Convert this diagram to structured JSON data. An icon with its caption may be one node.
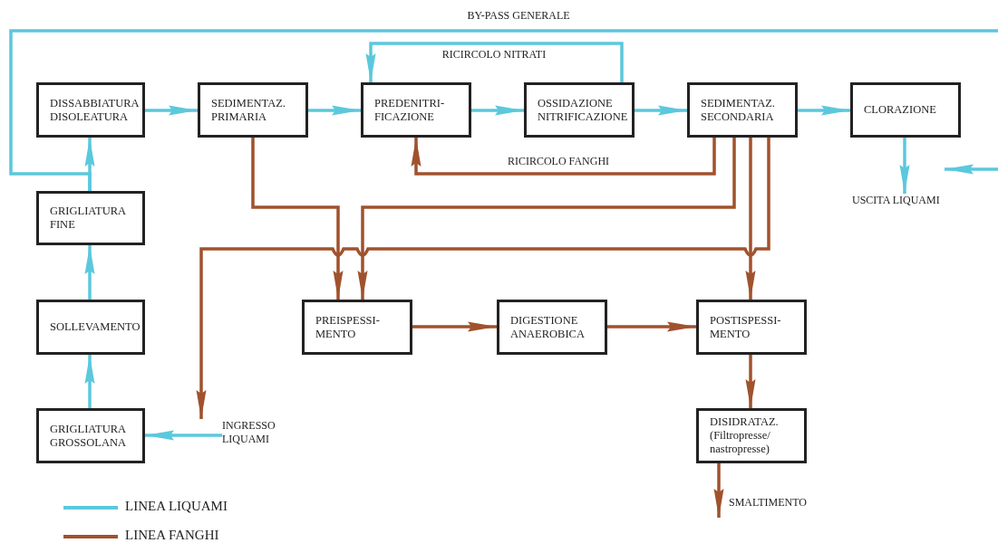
{
  "diagram": {
    "nodes": [
      {
        "text": [
          "DISSABBIATURA DISOLEATURA"
        ]
      },
      {
        "text": [
          "SEDIMENTAZ. PRIMARIA"
        ]
      },
      {
        "text": [
          "PREDENITRI- FICAZIONE"
        ]
      },
      {
        "text": [
          "OSSIDAZIONE NITRIFICAZIONE"
        ]
      },
      {
        "text": [
          "SEDIMENTAZ. SECONDARIA"
        ]
      },
      {
        "text": [
          "CLORAZIONE"
        ]
      },
      {
        "text": [
          "GRIGLIATURA FINE"
        ]
      },
      {
        "text": [
          "SOLLEVAMENTO"
        ]
      },
      {
        "text": [
          "GRIGLIATURA GROSSOLANA"
        ]
      },
      {
        "text": [
          "PREISPESSI- MENTO"
        ]
      },
      {
        "text": [
          "DIGESTIONE ANAEROBICA"
        ]
      },
      {
        "text": [
          "POSTISPESSI- MENTO"
        ]
      },
      {
        "text": [
          "DISIDRATAZ. (Filtropresse/ nastropresse)"
        ]
      },
      {
        "text": [
          "INGRESSO LIQUAMI"
        ]
      },
      {
        "text": [
          "USCITA LIQUAMI"
        ]
      },
      {
        "text": [
          "SMALTIMENTO"
        ]
      }
    ],
    "edges": [
      {
        "from": 13,
        "to": 8,
        "arrow": "to"
      },
      {
        "from": 8,
        "to": 7,
        "arrow": "to"
      },
      {
        "from": 7,
        "to": 6,
        "arrow": "to"
      },
      {
        "from": 6,
        "to": 0,
        "arrow": "to"
      },
      {
        "from": 0,
        "to": 1,
        "arrow": "to"
      },
      {
        "from": 1,
        "to": 2,
        "arrow": "to"
      },
      {
        "from": 2,
        "to": 3,
        "arrow": "to"
      },
      {
        "from": 3,
        "to": 4,
        "arrow": "to"
      },
      {
        "from": 4,
        "to": 5,
        "arrow": "to"
      },
      {
        "from": 5,
        "to": 14,
        "arrow": "to"
      },
      {
        "from": 3,
        "to": 2,
        "arrow": "to",
        "label": "RICIRCOLO NITRATI"
      },
      {
        "from": 6,
        "to": null,
        "arrow": "none",
        "label": "BY-PASS GENERALE"
      },
      {
        "from": null,
        "to": 14,
        "arrow": "to"
      },
      {
        "from": 1,
        "to": 9,
        "arrow": "to",
        "color": "#a0522d"
      },
      {
        "from": 4,
        "to": 2,
        "arrow": "to",
        "label": "RICIRCOLO FANGHI",
        "color": "#a0522d"
      },
      {
        "from": 4,
        "to": 9,
        "arrow": "to",
        "color": "#a0522d"
      },
      {
        "from": 4,
        "to": 11,
        "arrow": "to",
        "color": "#a0522d"
      },
      {
        "from": 4,
        "to": 13,
        "arrow": "to",
        "color": "#a0522d"
      },
      {
        "from": 9,
        "to": 10,
        "arrow": "to",
        "color": "#a0522d"
      },
      {
        "from": 10,
        "to": 11,
        "arrow": "to",
        "color": "#a0522d"
      },
      {
        "from": 11,
        "to": 12,
        "arrow": "to",
        "color": "#a0522d"
      },
      {
        "from": 12,
        "to": 15,
        "arrow": "to",
        "color": "#a0522d"
      }
    ],
    "legend": [
      {
        "text": "LINEA LIQUAMI",
        "color": "#5bc8dc"
      },
      {
        "text": "LINEA FANGHI",
        "color": "#a0522d"
      }
    ]
  }
}
